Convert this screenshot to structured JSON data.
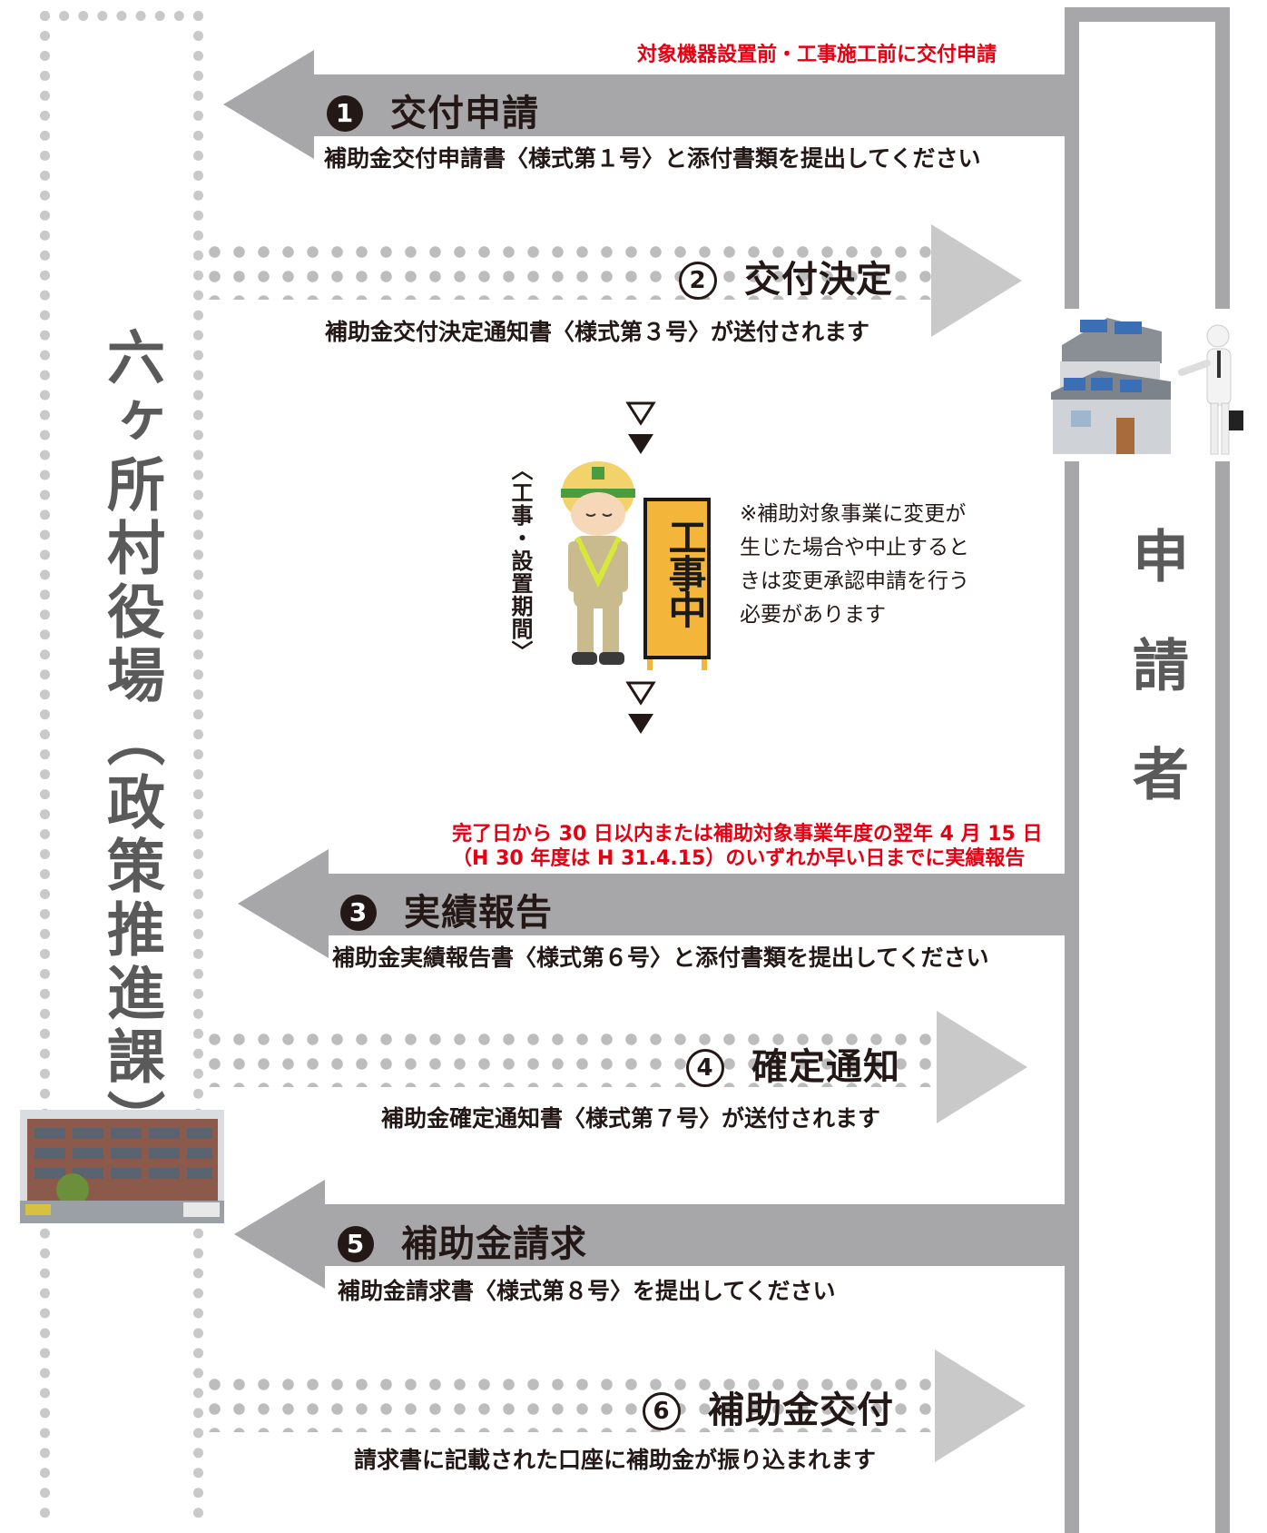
{
  "left_party": {
    "title": "六ヶ所村役場（政策推進課）"
  },
  "right_party": {
    "title": "申請者"
  },
  "steps": [
    {
      "num": "1",
      "title": "交付申請",
      "desc": "補助金交付申請書〈様式第１号〉と添付書類を提出してください",
      "note": "対象機器設置前・工事施工前に交付申請"
    },
    {
      "num": "2",
      "title": "交付決定",
      "desc": "補助金交付決定通知書〈様式第３号〉が送付されます"
    },
    {
      "num": "3",
      "title": "実績報告",
      "desc": "補助金実績報告書〈様式第６号〉と添付書類を提出してください",
      "note_line1": "完了日から 30 日以内または補助対象事業年度の翌年 4 月 15 日",
      "note_line2": "（H 30 年度は H 31.4.15）のいずれか早い日までに実績報告"
    },
    {
      "num": "4",
      "title": "確定通知",
      "desc": "補助金確定通知書〈様式第７号〉が送付されます"
    },
    {
      "num": "5",
      "title": "補助金請求",
      "desc": "補助金請求書〈様式第８号〉を提出してください"
    },
    {
      "num": "6",
      "title": "補助金交付",
      "desc": "請求書に記載された口座に補助金が振り込まれます"
    }
  ],
  "construction": {
    "period_label": "〈工事・設置期間〉",
    "sign_text": "工事中",
    "note_lines": [
      "※補助対象事業に変更が",
      "生じた場合や中止すると",
      "きは変更承認申請を行う",
      "必要があります"
    ]
  },
  "colors": {
    "arrow": "#a7a6a8",
    "dots": "#c9c9c9",
    "red": "#e60012",
    "text": "#231815"
  }
}
